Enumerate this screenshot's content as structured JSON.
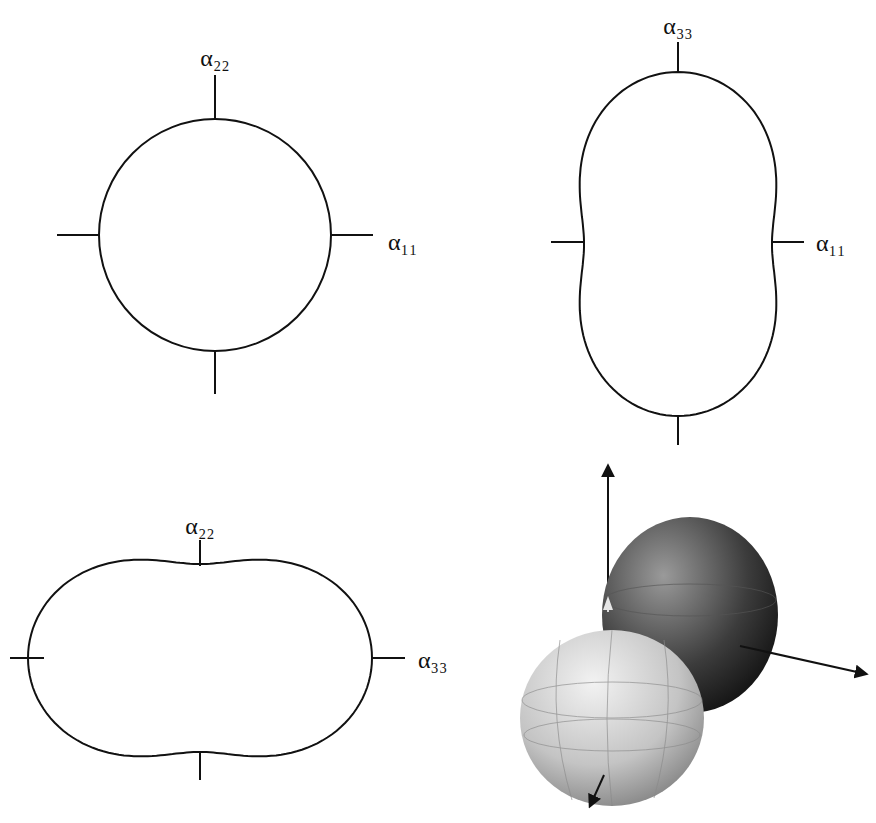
{
  "diagram": {
    "labels": [
      "α₂₂",
      "α₁₁",
      "α₃₃",
      "α₁₁",
      "α₂₂",
      "α₃₃"
    ]
  }
}
